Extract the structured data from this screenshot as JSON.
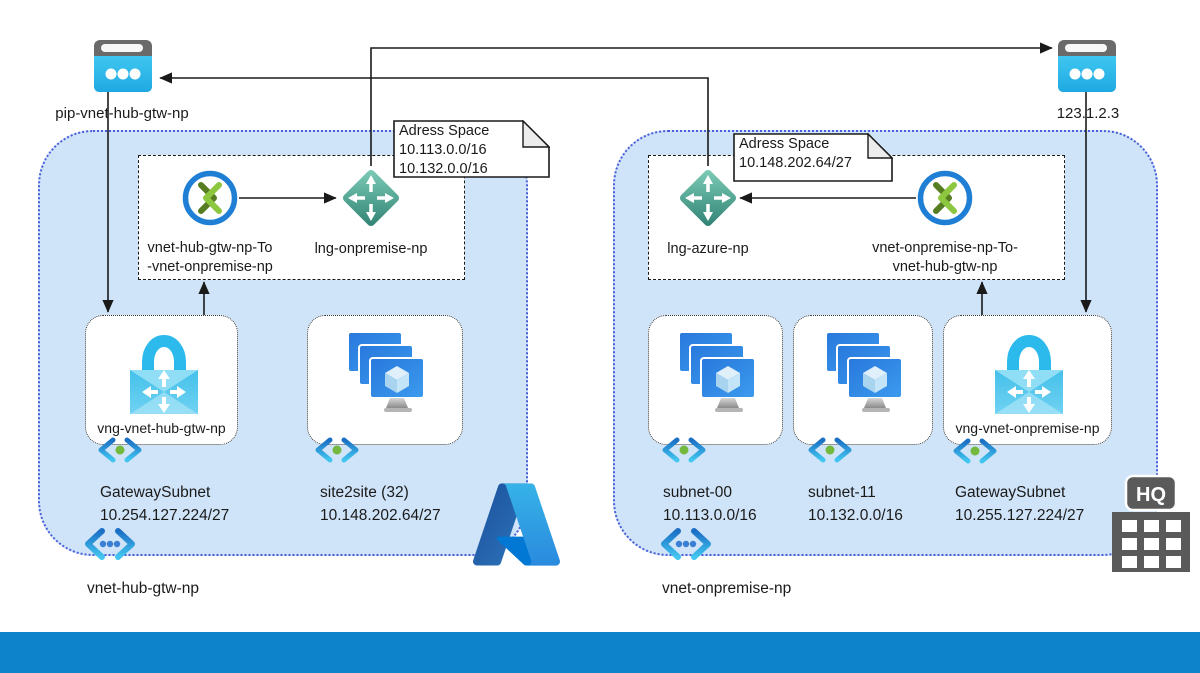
{
  "pip": {
    "left": {
      "label": "pip-vnet-hub-gtw-np"
    },
    "right": {
      "label": "123.1.2.3"
    }
  },
  "hub": {
    "name": "vnet-hub-gtw-np",
    "note": {
      "title": "Adress Space",
      "line1": "10.113.0.0/16",
      "line2": "10.132.0.0/16"
    },
    "connection": {
      "line1": "vnet-hub-gtw-np-To",
      "line2": "-vnet-onpremise-np"
    },
    "lng": "lng-onpremise-np",
    "vng": {
      "name": "vng-vnet-hub-gtw-np"
    },
    "gateway_subnet": {
      "name": "GatewaySubnet",
      "cidr": "10.254.127.224/27"
    },
    "vm_subnet": {
      "name": "site2site (32)",
      "cidr": "10.148.202.64/27"
    }
  },
  "onprem": {
    "name": "vnet-onpremise-np",
    "note": {
      "title": "Adress Space",
      "line1": "10.148.202.64/27"
    },
    "connection": {
      "line1": "vnet-onpremise-np-To-",
      "line2": "vnet-hub-gtw-np"
    },
    "lng": "lng-azure-np",
    "subnet00": {
      "name": "subnet-00",
      "cidr": "10.113.0.0/16"
    },
    "subnet11": {
      "name": "subnet-11",
      "cidr": "10.132.0.0/16"
    },
    "vng": {
      "name": "vng-vnet-onpremise-np"
    },
    "gateway_subnet": {
      "name": "GatewaySubnet",
      "cidr": "10.255.127.224/27"
    }
  },
  "hq": {
    "label": "HQ"
  },
  "icons": [
    "public-ip-icon",
    "connection-icon",
    "local-network-gateway-icon",
    "vpn-gateway-lock-icon",
    "vm-stack-icon",
    "subnet-icon",
    "vnet-icon",
    "azure-logo",
    "hq-building-icon"
  ],
  "colors": {
    "vnet_fill": "#cfe4f8",
    "vnet_border": "#4a5ed8",
    "bottom_bar": "#0d83cb",
    "azure_blue": "#0078d4",
    "pip_cyan": "#2bb7ea",
    "lng_teal": "#3f9182",
    "connection_green": "#8dc63f",
    "lock_blue": "#4cc4ec",
    "line_color": "#1a1a1a"
  }
}
